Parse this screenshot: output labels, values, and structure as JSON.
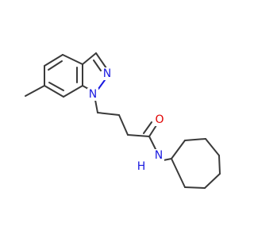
{
  "molecule": {
    "atoms": {
      "n1": {
        "label": "N",
        "color": "#1a1ae0"
      },
      "n2": {
        "label": "N",
        "color": "#1a1ae0"
      },
      "o": {
        "label": "O",
        "color": "#e00000"
      },
      "nh": {
        "label": "N",
        "color": "#1a1ae0"
      },
      "h": {
        "label": "H",
        "color": "#1a1ae0"
      }
    }
  }
}
